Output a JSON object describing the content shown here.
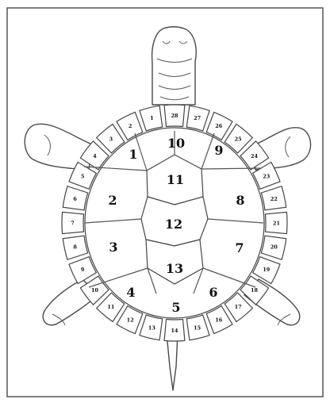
{
  "diagram": {
    "inner_scutes": [
      "1",
      "2",
      "3",
      "4",
      "5",
      "6",
      "7",
      "8",
      "9",
      "10",
      "11",
      "12",
      "13"
    ],
    "rim_scutes": [
      "1",
      "2",
      "3",
      "4",
      "5",
      "6",
      "7",
      "8",
      "9",
      "10",
      "11",
      "12",
      "13",
      "14",
      "15",
      "16",
      "17",
      "18",
      "19",
      "20",
      "21",
      "22",
      "23",
      "24",
      "25",
      "26",
      "27",
      "28"
    ]
  }
}
